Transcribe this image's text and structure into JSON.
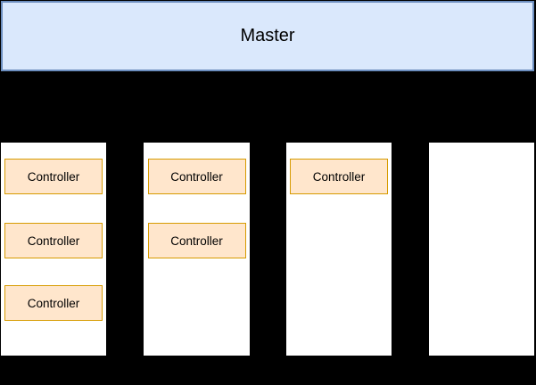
{
  "diagram": {
    "background_color": "#000000",
    "master": {
      "label": "Master",
      "fill_color": "#dae8fc",
      "border_color": "#6c8ebf"
    },
    "controller_style": {
      "fill_color": "#ffe6cc",
      "border_color": "#d79b00"
    },
    "columns": [
      {
        "name": "column-1",
        "controllers": [
          "Controller",
          "Controller",
          "Controller"
        ]
      },
      {
        "name": "column-2",
        "controllers": [
          "Controller",
          "Controller"
        ]
      },
      {
        "name": "column-3",
        "controllers": [
          "Controller"
        ]
      },
      {
        "name": "column-4",
        "controllers": []
      }
    ]
  }
}
